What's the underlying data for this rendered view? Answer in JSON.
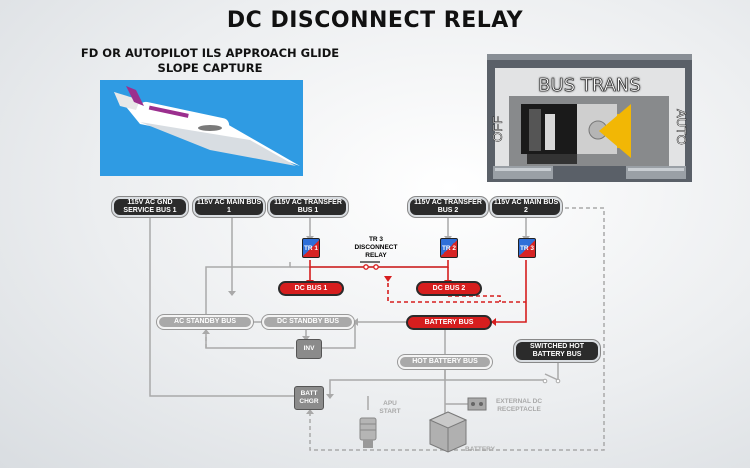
{
  "title": "DC DISCONNECT RELAY",
  "subtitle": "FD OR AUTOPILOT ILS APPROACH GLIDE SLOPE CAPTURE",
  "panel": {
    "label": "BUS TRANS",
    "off": "OFF",
    "auto": "AUTO"
  },
  "buses": {
    "gnd_service_1": "115V AC GND SERVICE BUS 1",
    "ac_main_1": "115V AC MAIN BUS 1",
    "ac_transfer_1": "115V AC TRANSFER BUS 1",
    "ac_transfer_2": "115V AC TRANSFER BUS 2",
    "ac_main_2": "115V AC MAIN BUS 2",
    "dc_bus_1": "DC BUS 1",
    "dc_bus_2": "DC BUS 2",
    "ac_standby": "AC STANDBY BUS",
    "dc_standby": "DC STANDBY BUS",
    "battery_bus": "BATTERY BUS",
    "hot_battery": "HOT BATTERY BUS",
    "switched_hot_battery": "SWITCHED HOT BATTERY BUS"
  },
  "tr": {
    "tr1": "TR 1",
    "tr2": "TR 2",
    "tr3": "TR 3"
  },
  "relay_label": "TR 3 DISCONNECT RELAY",
  "components": {
    "inv": "INV",
    "batt_chgr": "BATT CHGR",
    "apu_start": "APU START",
    "external_dc": "EXTERNAL DC RECEPTACLE",
    "battery": "BATTERY"
  },
  "colors": {
    "active": "#d61e1e",
    "inactive": "#a9a9a9",
    "tr_blue": "#2f6fd8",
    "arrow": "#f2b705",
    "sky": "#2f9be3"
  }
}
